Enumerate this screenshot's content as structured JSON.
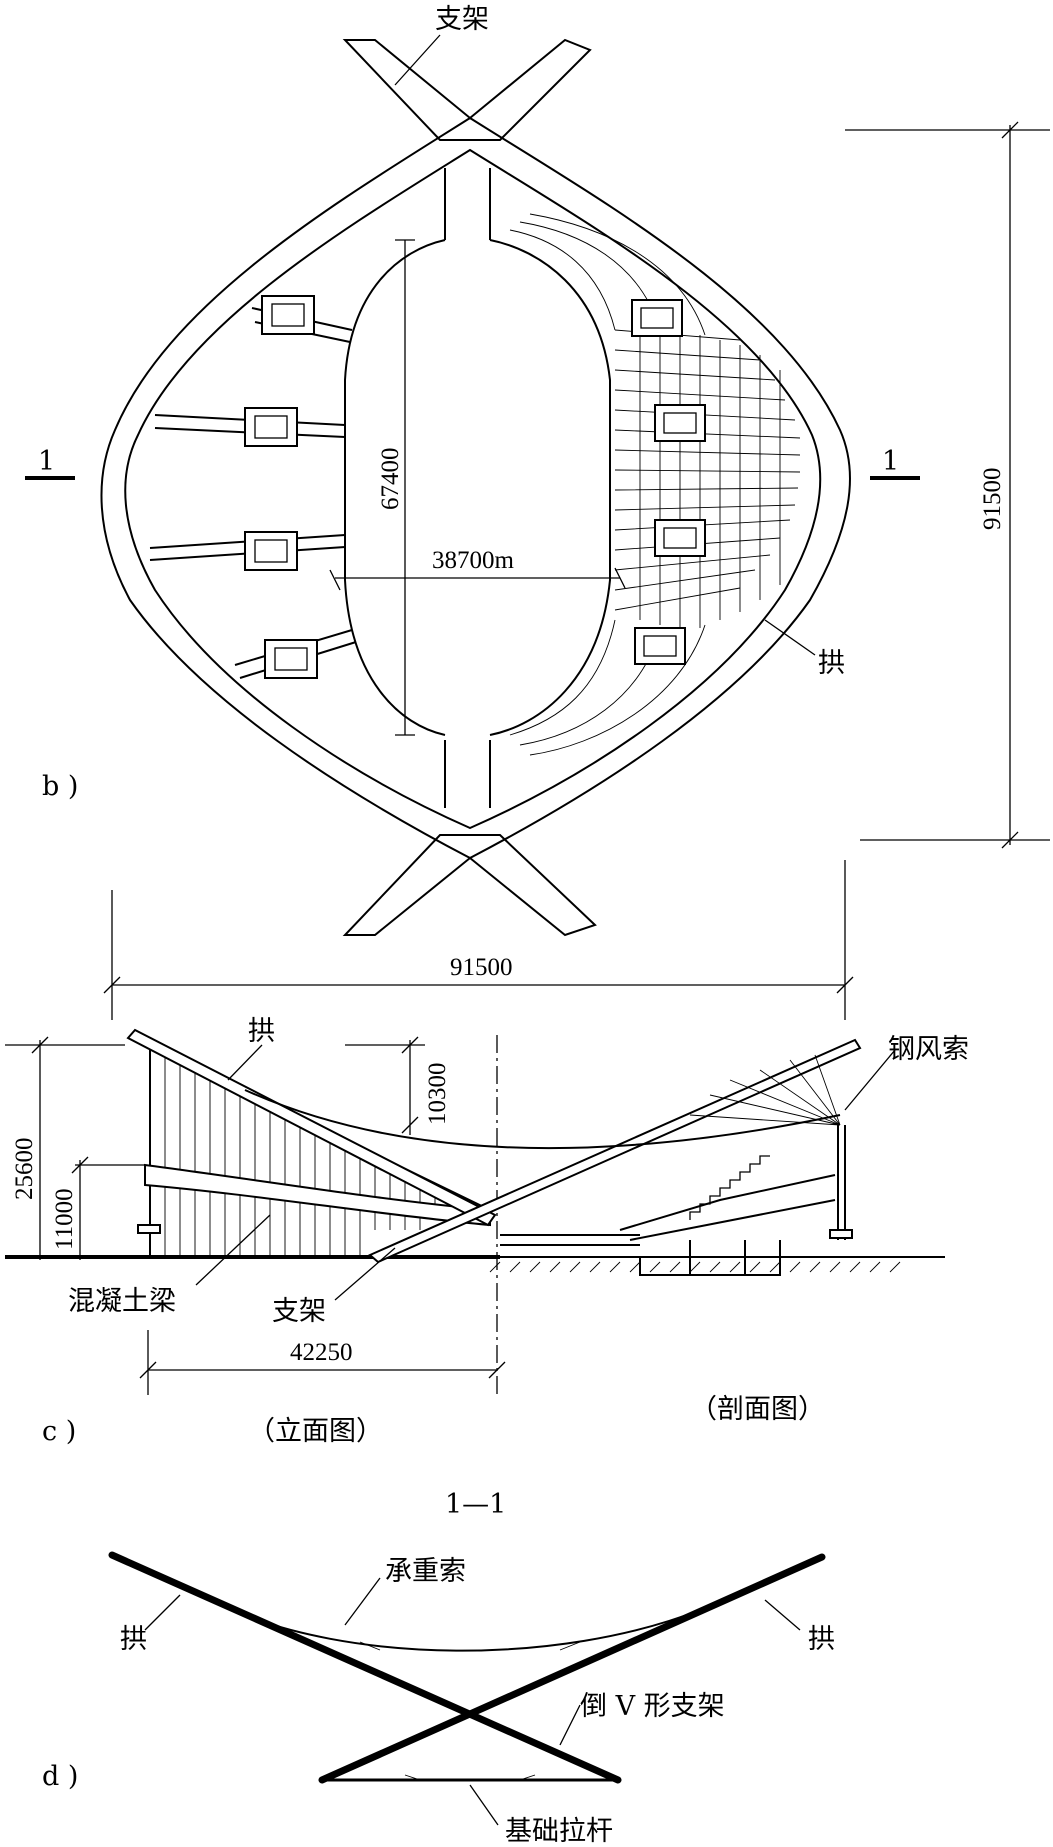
{
  "panel_b": {
    "tag": "b )",
    "label_support": "支架",
    "label_arch": "拱",
    "section_mark_left": "1",
    "section_mark_right": "1",
    "dim_length": "67400",
    "dim_width": "38700m",
    "dim_overall": "91500"
  },
  "panel_c": {
    "tag": "c )",
    "dim_overall": "91500",
    "label_arch": "拱",
    "label_wind_cable": "钢风索",
    "dim_sag": "10300",
    "dim_height": "25600",
    "dim_beam_height": "11000",
    "label_concrete_beam": "混凝土梁",
    "label_support": "支架",
    "dim_half": "42250",
    "caption_elevation": "（立面图）",
    "caption_section": "（剖面图）"
  },
  "panel_d": {
    "tag": "d )",
    "title": "1—1",
    "label_cable": "承重索",
    "label_arch_left": "拱",
    "label_arch_right": "拱",
    "label_v_support": "倒 V 形支架",
    "label_tie": "基础拉杆"
  }
}
